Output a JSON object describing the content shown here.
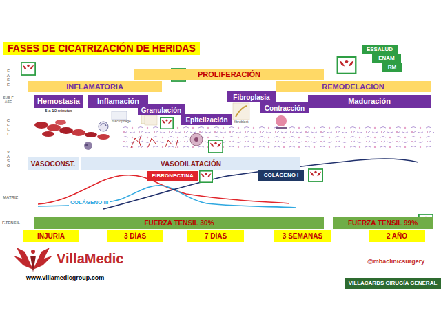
{
  "diagram": {
    "title": "FASES DE CICATRIZACIÓN DE HERIDAS",
    "nodes": [
      {
        "text": [
          "ESSALUD"
        ]
      },
      {
        "text": [
          "ENAM"
        ]
      },
      {
        "text": [
          "RM"
        ]
      },
      {
        "text": [
          "PROLIFERACIÓN"
        ]
      },
      {
        "text": [
          "INFLAMATORIA"
        ]
      },
      {
        "text": [
          "REMODELACIÓN"
        ]
      },
      {
        "text": [
          "Hemostasia",
          "5 a 10 minutos"
        ]
      },
      {
        "text": [
          "Inflamación"
        ]
      },
      {
        "text": [
          "Fibroplasia"
        ]
      },
      {
        "text": [
          "Contracción"
        ]
      },
      {
        "text": [
          "Maduración"
        ]
      },
      {
        "text": [
          "Granulación"
        ]
      },
      {
        "text": [
          "Epitelización"
        ]
      },
      {
        "text": [
          "VASOCONST."
        ]
      },
      {
        "text": [
          "VASODILATACIÓN"
        ]
      },
      {
        "text": [
          "FIBRONECTINA"
        ]
      },
      {
        "text": [
          "COLÁGENO I"
        ]
      },
      {
        "text": [
          "FUERZA TENSIL 30%"
        ]
      },
      {
        "text": [
          "FUERZA TENSIL 99%"
        ]
      },
      {
        "text": [
          "INJURIA"
        ]
      },
      {
        "text": [
          "3 DÍAS"
        ]
      },
      {
        "text": [
          "7 DÍAS"
        ]
      },
      {
        "text": [
          "3 SEMANAS"
        ]
      },
      {
        "text": [
          "2 AÑO"
        ]
      },
      {
        "text": [
          "VILLACARDS CIRUGÍA GENERAL"
        ]
      }
    ],
    "labels": [
      "FASE",
      "SUB-FASE",
      "CELL",
      "VASO",
      "MATRIZ",
      "F.TENSIL",
      "COLÁGENO III",
      "macrophage",
      "fibroblast",
      "VillaMedic",
      "www.villamedicgroup.com",
      "@mbaclinicsurgery"
    ]
  }
}
